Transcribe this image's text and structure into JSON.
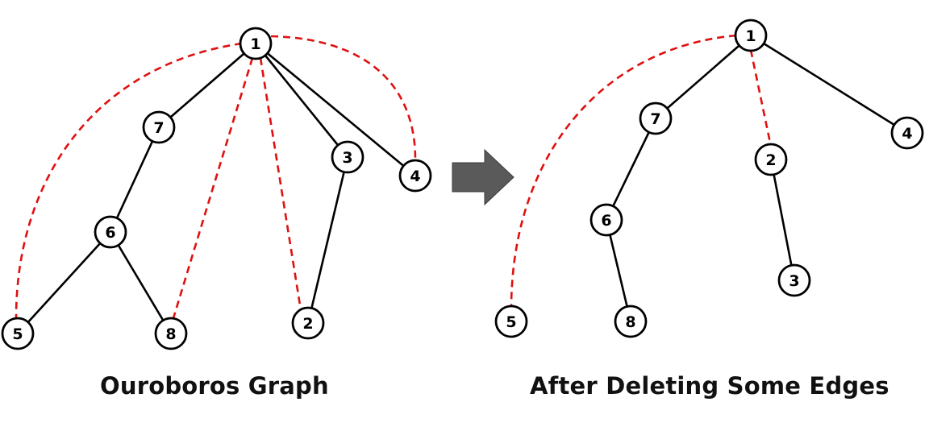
{
  "colors": {
    "solid_edge": "#000000",
    "dashed_edge": "#e01010",
    "arrow_fill": "#5a5a5a",
    "node_fill": "#ffffff",
    "node_stroke": "#000000"
  },
  "left_graph": {
    "caption": "Ouroboros Graph",
    "nodes": [
      "1",
      "7",
      "6",
      "5",
      "8",
      "3",
      "2",
      "4"
    ],
    "solid_edges": [
      [
        "1",
        "7"
      ],
      [
        "7",
        "6"
      ],
      [
        "6",
        "5"
      ],
      [
        "6",
        "8"
      ],
      [
        "1",
        "3"
      ],
      [
        "3",
        "2"
      ],
      [
        "1",
        "4"
      ]
    ],
    "dashed_edges": [
      [
        "1",
        "5"
      ],
      [
        "1",
        "8"
      ],
      [
        "1",
        "2"
      ],
      [
        "1",
        "4"
      ]
    ]
  },
  "right_graph": {
    "caption": "After Deleting Some Edges",
    "nodes": [
      "1",
      "7",
      "6",
      "8",
      "5",
      "2",
      "3",
      "4"
    ],
    "solid_edges": [
      [
        "1",
        "7"
      ],
      [
        "7",
        "6"
      ],
      [
        "6",
        "8"
      ],
      [
        "2",
        "3"
      ],
      [
        "1",
        "4"
      ]
    ],
    "dashed_edges": [
      [
        "1",
        "5"
      ],
      [
        "1",
        "2"
      ]
    ]
  },
  "arrow": {
    "icon": "right-arrow-icon"
  }
}
